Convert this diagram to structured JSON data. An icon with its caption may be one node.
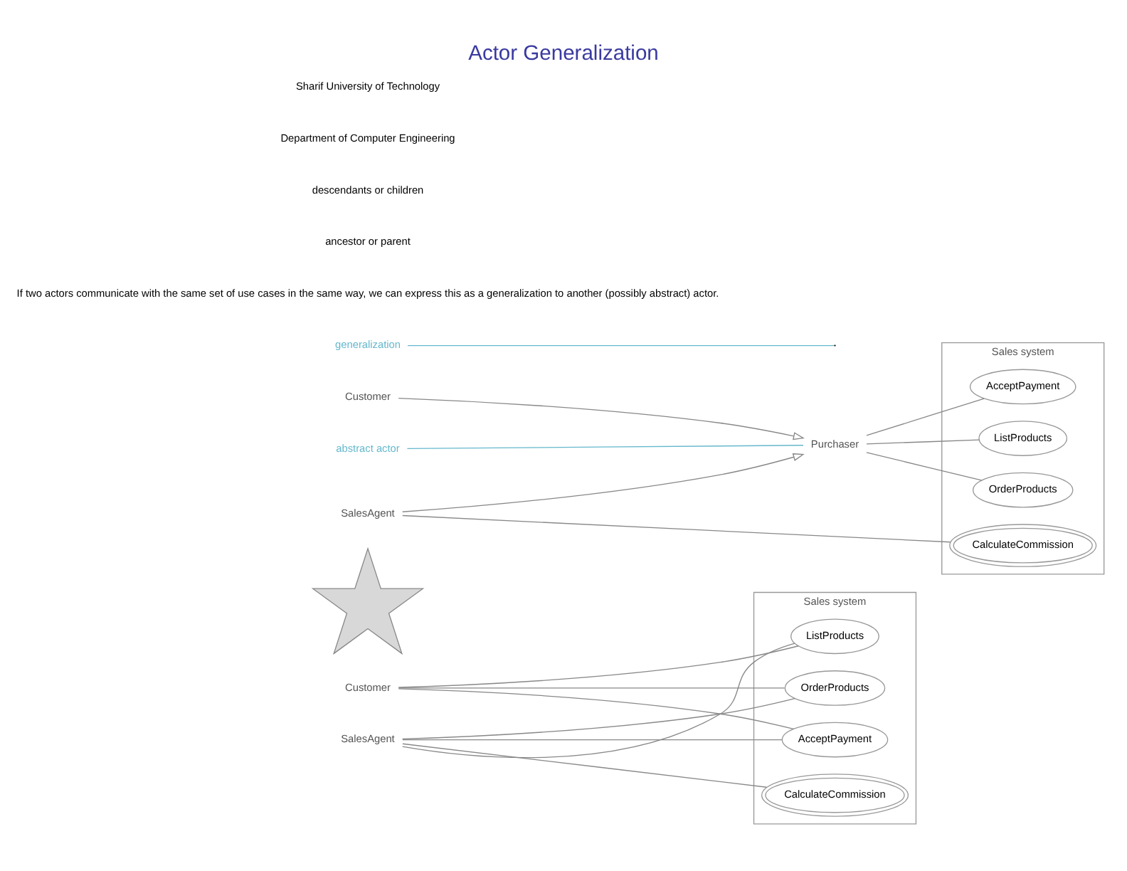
{
  "diagram": {
    "title": "Actor Generalization",
    "nodes": [
      {
        "text": [
          "Sales system"
        ]
      },
      {
        "text": [
          "ListProducts"
        ],
        "in": 0
      },
      {
        "text": [
          "OrderProducts"
        ],
        "in": 0
      },
      {
        "text": [
          "AcceptPayment"
        ],
        "in": 0
      },
      {
        "text": [
          "CalculateCommission"
        ],
        "in": 0
      },
      {
        "text": [
          "Customer"
        ]
      },
      {
        "text": [
          "SalesAgent"
        ]
      },
      {
        "text": [],
        "shape": "star"
      },
      {
        "text": [
          "Sales system"
        ]
      },
      {
        "text": [
          "ListProducts"
        ],
        "in": 8
      },
      {
        "text": [
          "OrderProducts"
        ],
        "in": 8
      },
      {
        "text": [
          "AcceptPayment"
        ],
        "in": 8
      },
      {
        "text": [
          "CalculateCommission"
        ],
        "in": 8
      },
      {
        "text": [
          "Purchaser"
        ]
      },
      {
        "text": [
          "Customer"
        ]
      },
      {
        "text": [
          "SalesAgent"
        ]
      },
      {
        "text": [
          "abstract actor"
        ]
      },
      {
        "text": [
          "generalization"
        ]
      }
    ],
    "edges": [
      {
        "from": 5,
        "to": 1,
        "arrow": "none"
      },
      {
        "from": 5,
        "to": 2,
        "arrow": "none"
      },
      {
        "from": 5,
        "to": 3,
        "arrow": "none"
      },
      {
        "from": 6,
        "to": 1,
        "arrow": "none"
      },
      {
        "from": 6,
        "to": 2,
        "arrow": "none"
      },
      {
        "from": 6,
        "to": 3,
        "arrow": "none"
      },
      {
        "from": 6,
        "to": 4,
        "arrow": "none"
      },
      {
        "from": 13,
        "to": 9,
        "arrow": "none"
      },
      {
        "from": 13,
        "to": 10,
        "arrow": "none"
      },
      {
        "from": 13,
        "to": 11,
        "arrow": "none"
      },
      {
        "from": 15,
        "to": 12,
        "arrow": "none"
      },
      {
        "from": 14,
        "to": 13,
        "arrow": "to"
      },
      {
        "from": 15,
        "to": 13,
        "arrow": "to"
      },
      {
        "from": 16,
        "to": 13,
        "arrow": "none",
        "color": "#66b8cc"
      },
      {
        "from": 17,
        "to": null,
        "arrow": "none",
        "color": "#66b8cc"
      }
    ],
    "labels": [
      "If two actors communicate with the same set of use cases in the same way, we can express this as a generalization to another (possibly abstract) actor.",
      "ancestor or parent",
      "descendants or children",
      "Department of Computer Engineering",
      "Sharif University of Technology"
    ]
  }
}
